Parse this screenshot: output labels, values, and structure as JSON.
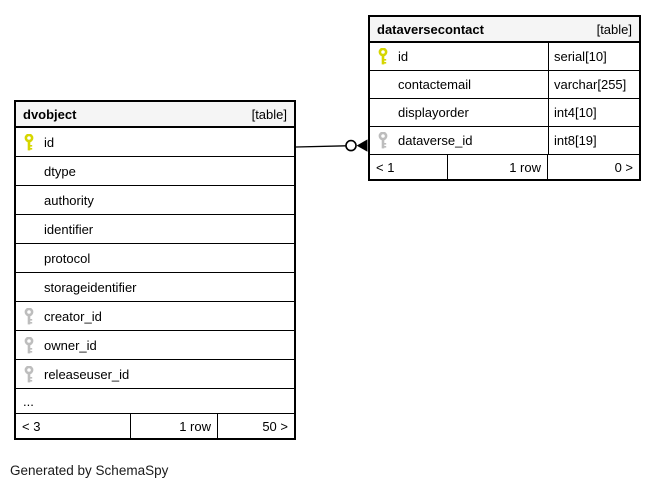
{
  "page": {
    "footer_note": "Generated by SchemaSpy"
  },
  "colors": {
    "primary_key": "#d6d600",
    "foreign_key": "#bdbdbd",
    "header_background": "#f5f5f5",
    "table_border": "#000000",
    "row_background": "#ffffff"
  },
  "tables": {
    "dataversecontact": {
      "title": "dataversecontact",
      "badge": "[table]",
      "columns": [
        {
          "name": "id",
          "type": "serial[10]",
          "key": "primary"
        },
        {
          "name": "contactemail",
          "type": "varchar[255]",
          "key": "none"
        },
        {
          "name": "displayorder",
          "type": "int4[10]",
          "key": "none"
        },
        {
          "name": "dataverse_id",
          "type": "int8[19]",
          "key": "foreign"
        }
      ],
      "footer": {
        "parents": "< 1",
        "rows": "1 row",
        "children": "0 >"
      }
    },
    "dvobject": {
      "title": "dvobject",
      "badge": "[table]",
      "columns": [
        {
          "name": "id",
          "key": "primary"
        },
        {
          "name": "dtype",
          "key": "none"
        },
        {
          "name": "authority",
          "key": "none"
        },
        {
          "name": "identifier",
          "key": "none"
        },
        {
          "name": "protocol",
          "key": "none"
        },
        {
          "name": "storageidentifier",
          "key": "none"
        },
        {
          "name": "creator_id",
          "key": "foreign"
        },
        {
          "name": "owner_id",
          "key": "foreign"
        },
        {
          "name": "releaseuser_id",
          "key": "foreign"
        },
        {
          "name": "...",
          "key": "none"
        }
      ],
      "footer": {
        "parents": "< 3",
        "rows": "1 row",
        "children": "50 >"
      }
    }
  },
  "relationship": {
    "from_table": "dvobject",
    "from_column": "id",
    "to_table": "dataversecontact",
    "to_column": "dataverse_id"
  }
}
